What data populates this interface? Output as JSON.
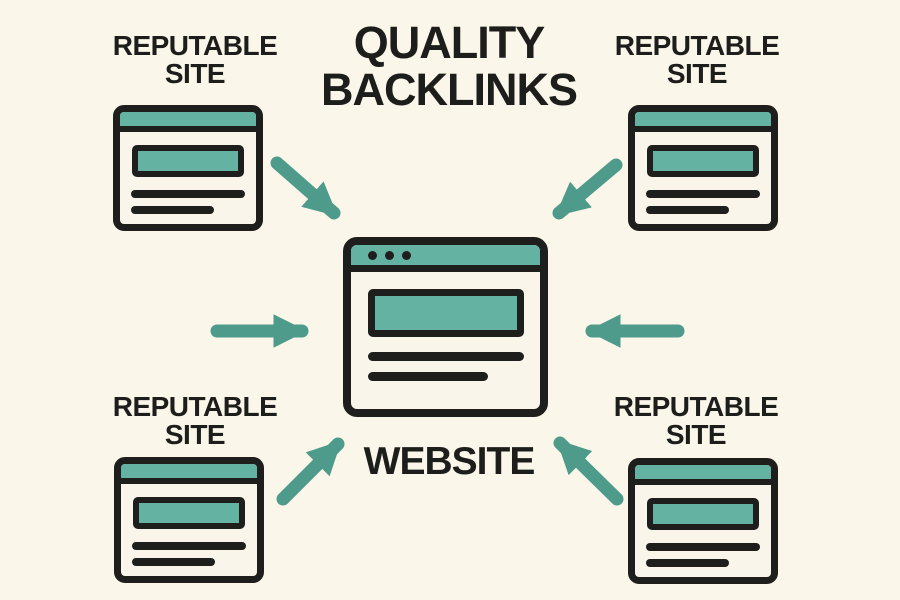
{
  "diagram": {
    "title_line1": "QUALITY",
    "title_line2": "BACKLINKS",
    "website_label": "WEBSITE"
  },
  "sites": [
    {
      "position": "top-left",
      "label_line1": "REPUTABLE",
      "label_line2": "SITE"
    },
    {
      "position": "top-right",
      "label_line1": "REPUTABLE",
      "label_line2": "SITE"
    },
    {
      "position": "bottom-left",
      "label_line1": "REPUTABLE",
      "label_line2": "SITE"
    },
    {
      "position": "bottom-right",
      "label_line1": "REPUTABLE",
      "label_line2": "SITE"
    }
  ],
  "colors": {
    "background": "#faf6e9",
    "card_background": "#f9f5ea",
    "teal": "#64b2a2",
    "arrow_teal": "#4e9b8b",
    "outline": "#1e1e1c",
    "text": "#1d1d1b"
  }
}
